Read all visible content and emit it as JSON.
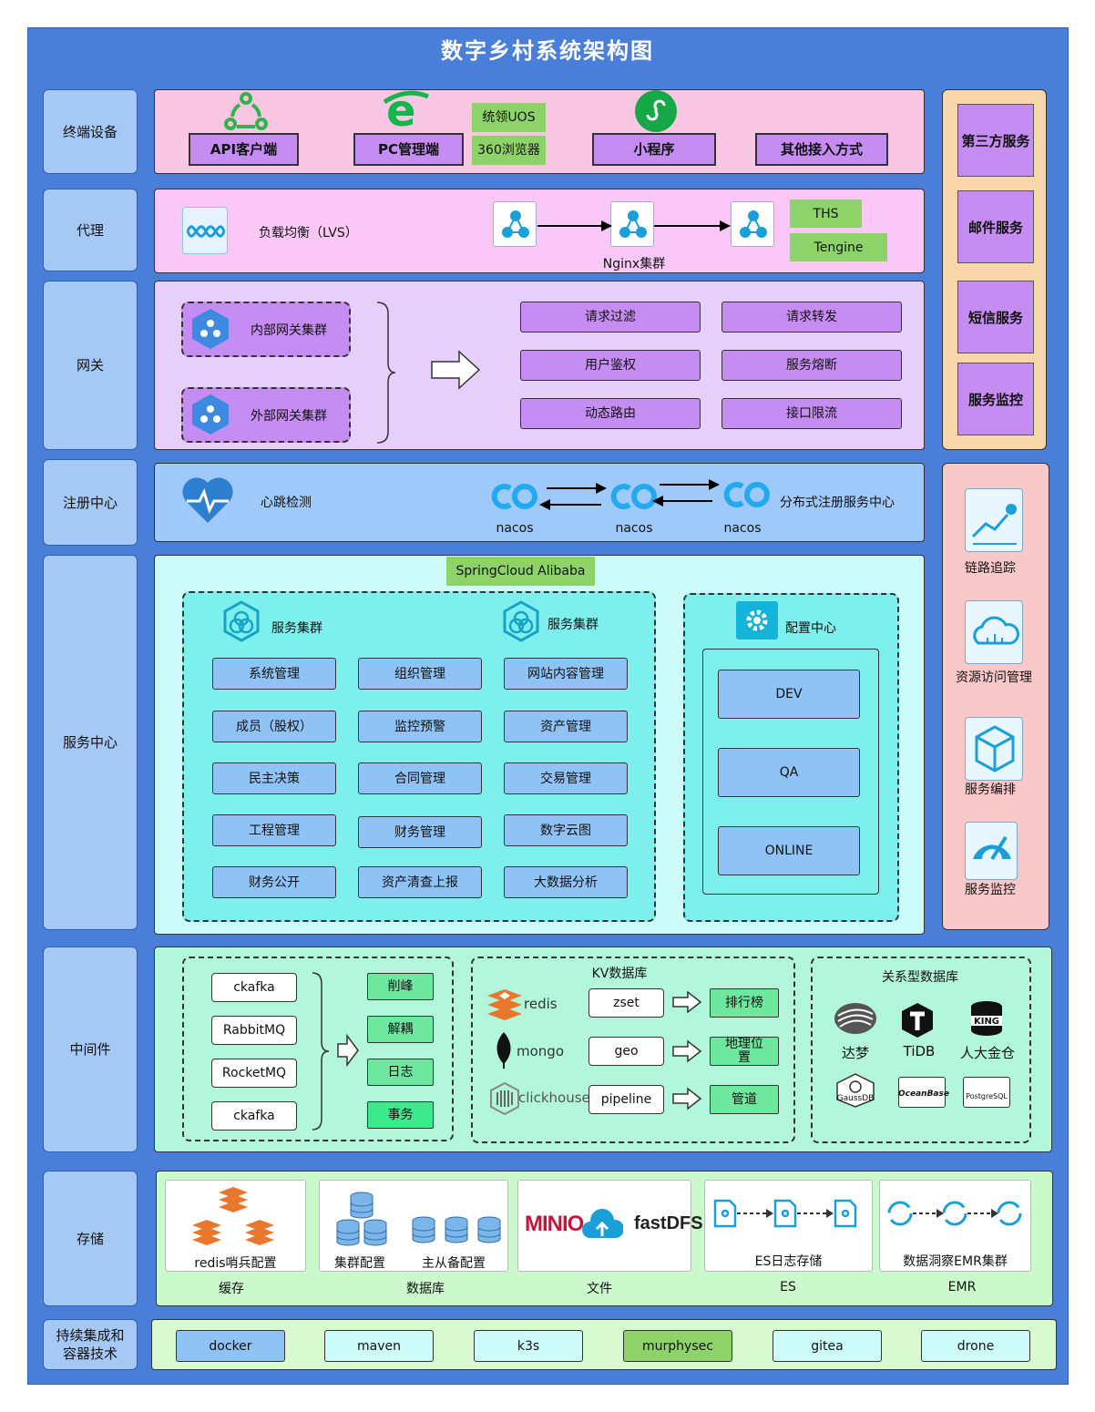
{
  "title": "数字乡村系统架构图",
  "colors": {
    "frame": "#4a7fd9",
    "terminal_band": "#f9c6e4",
    "proxy_band": "#fac8f7",
    "gateway_band": "#e6d0fa",
    "registry_band": "#9fc9f9",
    "service_band": "#ccfbf9",
    "middleware_band": "#b2f6dc",
    "storage_band": "#ccf9cb",
    "ci_band": "#d9fad0",
    "right_upper": "#fad7aa",
    "right_lower": "#f9c8c8"
  },
  "labels": {
    "terminal": "终端设备",
    "proxy": "代理",
    "gateway": "网关",
    "registry": "注册中心",
    "service": "服务中心",
    "middleware": "中间件",
    "storage": "存储",
    "ci": "持续集成和容器技术"
  },
  "terminal": {
    "api": "API客户端",
    "pc": "PC管理端",
    "uos": "统领UOS",
    "browser": "360浏览器",
    "miniapp": "小程序",
    "other": "其他接入方式"
  },
  "proxy": {
    "lvs": "负载均衡（LVS）",
    "nginx": "Nginx集群",
    "ths": "THS",
    "tengine": "Tengine"
  },
  "gateway": {
    "internal": "内部网关集群",
    "external": "外部网关集群",
    "functions": [
      "请求过滤",
      "请求转发",
      "用户鉴权",
      "服务熔断",
      "动态路由",
      "接口限流"
    ]
  },
  "registry": {
    "heartbeat": "心跳检测",
    "nacos": [
      "nacos",
      "nacos",
      "nacos"
    ],
    "distributed": "分布式注册服务中心"
  },
  "service": {
    "springcloud": "SpringCloud Alibaba",
    "cluster1": "服务集群",
    "cluster2": "服务集群",
    "config_center": "配置中心",
    "modules": [
      "系统管理",
      "组织管理",
      "网站内容管理",
      "成员（股权）",
      "监控预警",
      "资产管理",
      "民主决策",
      "合同管理",
      "交易管理",
      "工程管理",
      "财务管理",
      "数字云图",
      "财务公开",
      "资产清查上报",
      "大数据分析"
    ],
    "envs": [
      "DEV",
      "QA",
      "ONLINE"
    ]
  },
  "middleware": {
    "mq": [
      "ckafka",
      "RabbitMQ",
      "RocketMQ",
      "ckafka"
    ],
    "mq_uses": [
      "削峰",
      "解耦",
      "日志",
      "事务"
    ],
    "kv_title": "KV数据库",
    "kv_engines": [
      "redis",
      "mongo",
      "clickhouse"
    ],
    "kv_structs": [
      "zset",
      "geo",
      "pipeline"
    ],
    "kv_uses": [
      "排行榜",
      "地理位置",
      "管道"
    ],
    "rdb_title": "关系型数据库",
    "rdb": [
      "达梦",
      "TiDB",
      "人大金仓"
    ],
    "rdb_logos": [
      "GaussDB",
      "OceanBase",
      "PostgreSQL"
    ],
    "king_logo": "KING"
  },
  "storage": {
    "redis_sentinel": "redis哨兵配置",
    "cluster_conf": "集群配置",
    "master_slave": "主从备配置",
    "es_log": "ES日志存储",
    "emr": "数据洞察EMR集群",
    "minio": "MINIO",
    "fastdfs": "fastDFS",
    "captions": [
      "缓存",
      "数据库",
      "文件",
      "ES",
      "EMR"
    ]
  },
  "ci": [
    "docker",
    "maven",
    "k3s",
    "murphysec",
    "gitea",
    "drone"
  ],
  "right_upper": [
    "第三方服务",
    "邮件服务",
    "短信服务",
    "服务监控"
  ],
  "right_lower": [
    "链路追踪",
    "资源访问管理",
    "服务编排",
    "服务监控"
  ]
}
